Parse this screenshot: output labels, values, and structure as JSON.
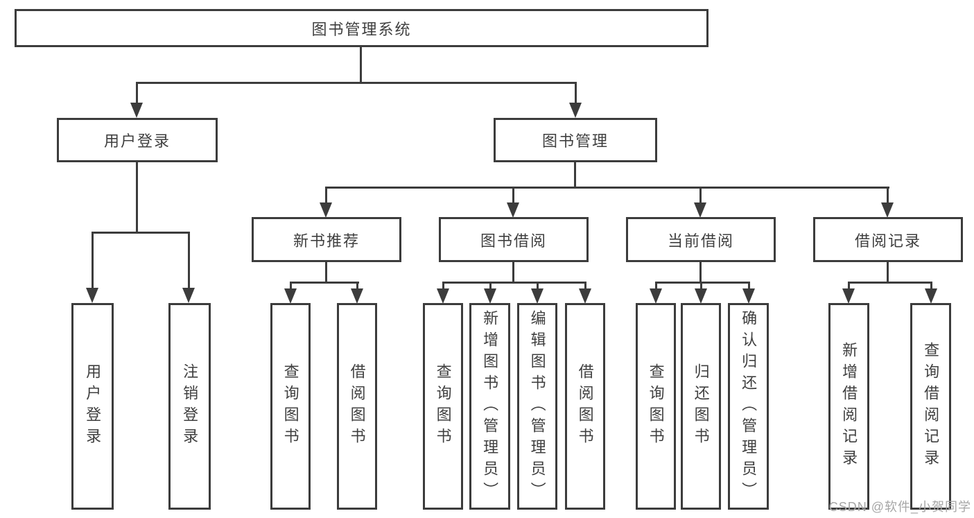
{
  "title": "图书管理系统",
  "tree": {
    "label": "图书管理系统",
    "children": [
      {
        "label": "用户登录",
        "children": [
          {
            "label": "用户登录"
          },
          {
            "label": "注销登录"
          }
        ]
      },
      {
        "label": "图书管理",
        "children": [
          {
            "label": "新书推荐",
            "children": [
              {
                "label": "查询图书"
              },
              {
                "label": "借阅图书"
              }
            ]
          },
          {
            "label": "图书借阅",
            "children": [
              {
                "label": "查询图书"
              },
              {
                "label": "新增图书（管理员）"
              },
              {
                "label": "编辑图书（管理员）"
              },
              {
                "label": "借阅图书"
              }
            ]
          },
          {
            "label": "当前借阅",
            "children": [
              {
                "label": "查询图书"
              },
              {
                "label": "归还图书"
              },
              {
                "label": "确认归还（管理员）"
              }
            ]
          },
          {
            "label": "借阅记录",
            "children": [
              {
                "label": "新增借阅记录"
              },
              {
                "label": "查询借阅记录"
              }
            ]
          }
        ]
      }
    ]
  },
  "watermark": {
    "text": "CSDN @软件_小贺同学"
  },
  "colors": {
    "line": "#3c3c3c",
    "text": "#3f3f3f",
    "watermark": "#a6a6a6",
    "background": "#ffffff"
  }
}
